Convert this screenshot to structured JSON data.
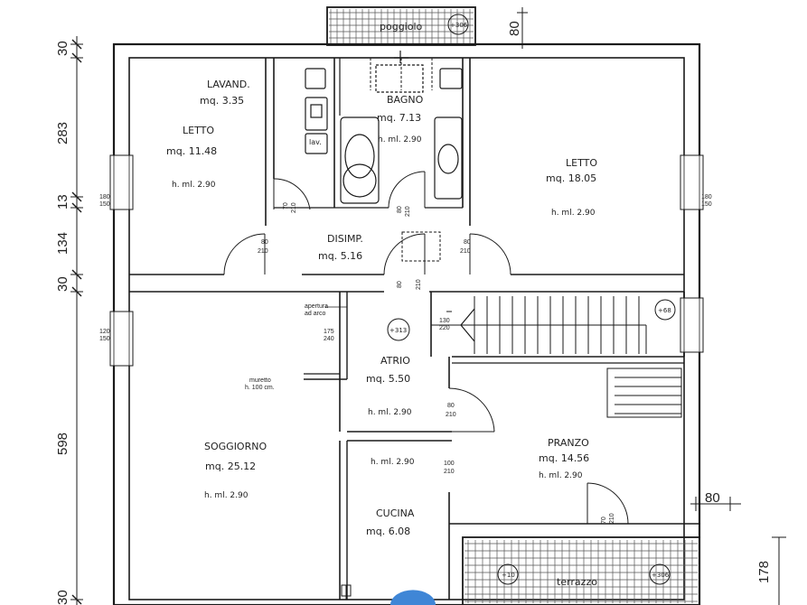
{
  "rooms": {
    "lavand": {
      "name": "LAVAND.",
      "area": "mq. 3.35"
    },
    "letto_left": {
      "name": "LETTO",
      "area": "mq. 11.48",
      "height": "h. ml. 2.90"
    },
    "bagno": {
      "name": "BAGNO",
      "area": "mq. 7.13",
      "height": "h. ml. 2.90",
      "fixture": "lav."
    },
    "letto_right": {
      "name": "LETTO",
      "area": "mq. 18.05",
      "height": "h. ml. 2.90"
    },
    "disimp": {
      "name": "DISIMP.",
      "area": "mq. 5.16"
    },
    "atrio": {
      "name": "ATRIO",
      "area": "mq. 5.50",
      "height": "h. ml. 2.90"
    },
    "soggiorno": {
      "name": "SOGGIORNO",
      "area": "mq. 25.12",
      "height": "h. ml. 2.90"
    },
    "pranzo": {
      "name": "PRANZO",
      "area": "mq. 14.56",
      "height": "h. ml. 2.90"
    },
    "cucina": {
      "name": "CUCINA",
      "area": "mq. 6.08",
      "height": "h. ml. 2.90"
    },
    "poggiolo": {
      "name": "poggiolo",
      "level": "+306"
    },
    "terrazzo": {
      "name": "terrazzo",
      "level_left": "+10",
      "level_right": "+306"
    }
  },
  "doors": {
    "d1": [
      "80",
      "210"
    ],
    "d2": [
      "70",
      "210"
    ],
    "d3": [
      "80",
      "210"
    ],
    "d4": [
      "80",
      "210"
    ],
    "d5": [
      "80",
      "210"
    ],
    "d6": [
      "80",
      "210"
    ],
    "d7": [
      "100",
      "210"
    ],
    "d8": [
      "70",
      "210"
    ]
  },
  "windows": {
    "w_left_bed": [
      "180",
      "150"
    ],
    "w_right_bed": [
      "180",
      "150"
    ],
    "w_liv": [
      "120",
      "150"
    ],
    "w_atrio": [
      "175",
      "240"
    ],
    "w_stair": [
      "130",
      "220"
    ]
  },
  "levels": {
    "atrio": "+313",
    "stair_top": "+68"
  },
  "notes": {
    "apertura": [
      "apertura",
      "ad arco"
    ],
    "muretto": [
      "muretto",
      "h. 100 cm."
    ],
    "cucina_door": [
      "70",
      "210"
    ]
  },
  "dimensions_left": [
    "30",
    "283",
    "13",
    "134",
    "30",
    "598",
    "30"
  ],
  "dimensions_other": {
    "top_right": "80",
    "right_mid": "80",
    "right_bottom": "178"
  }
}
